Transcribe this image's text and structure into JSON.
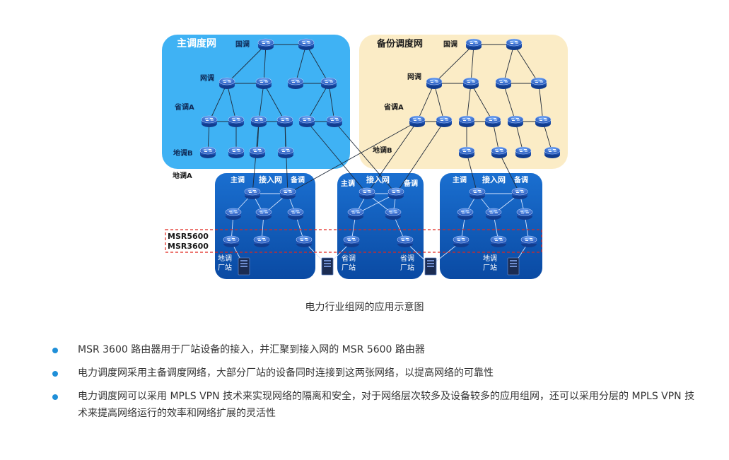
{
  "diagram": {
    "main_net": {
      "title": "主调度网",
      "national": "国调",
      "regional": "网调",
      "province": "省调A",
      "local_b": "地调B"
    },
    "backup_net": {
      "title": "备份调度网",
      "national": "国调",
      "regional": "网调",
      "province": "省调A",
      "local_b": "地调B"
    },
    "local_a": "地调A",
    "access_left": {
      "main": "主调",
      "title": "接入网",
      "backup": "备调",
      "site": "地调\n厂站"
    },
    "access_mid": {
      "main": "主调",
      "title": "接入网",
      "backup": "备调",
      "site_left": "省调\n厂站",
      "site_right": "省调\n厂站"
    },
    "access_right": {
      "main": "主调",
      "title": "接入网",
      "backup": "备调",
      "site": "地调\n厂站"
    },
    "msr5600": "MSR5600",
    "msr3600": "MSR3600",
    "colors": {
      "main_bg": "#3fb2f4",
      "backup_bg": "#fbecc6",
      "access_bg": "#0a52b0",
      "router": "#2a63c9",
      "highlight": "#e0261c"
    }
  },
  "caption": "电力行业组网的应用示意图",
  "bullets": [
    "MSR 3600 路由器用于厂站设备的接入，并汇聚到接入网的 MSR 5600 路由器",
    "电力调度网采用主备调度网络，大部分厂站的设备同时连接到这两张网络，以提高网络的可靠性",
    "电力调度网可以采用 MPLS VPN 技术来实现网络的隔离和安全，对于网络层次较多及设备较多的应用组网，还可以采用分层的 MPLS VPN 技术来提高网络运行的效率和网络扩展的灵活性"
  ]
}
